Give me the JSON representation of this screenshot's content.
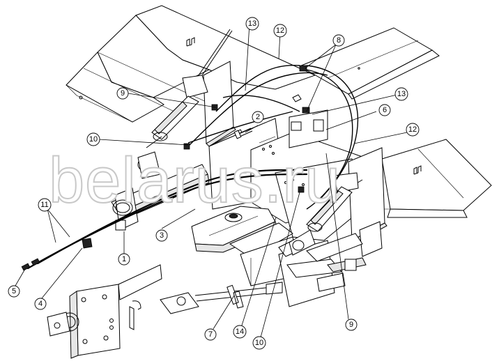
{
  "watermark": "belarus.ru",
  "callouts": [
    {
      "id": "c1",
      "label": "1"
    },
    {
      "id": "c2",
      "label": "2"
    },
    {
      "id": "c3",
      "label": "3"
    },
    {
      "id": "c4",
      "label": "4"
    },
    {
      "id": "c5",
      "label": "5"
    },
    {
      "id": "c6",
      "label": "6"
    },
    {
      "id": "c7",
      "label": "7"
    },
    {
      "id": "c8",
      "label": "8"
    },
    {
      "id": "c9a",
      "label": "9"
    },
    {
      "id": "c9b",
      "label": "9"
    },
    {
      "id": "c10a",
      "label": "10"
    },
    {
      "id": "c10b",
      "label": "10"
    },
    {
      "id": "c11",
      "label": "11"
    },
    {
      "id": "c12a",
      "label": "12"
    },
    {
      "id": "c12b",
      "label": "12"
    },
    {
      "id": "c13a",
      "label": "13"
    },
    {
      "id": "c13b",
      "label": "13"
    },
    {
      "id": "c14",
      "label": "14"
    }
  ]
}
